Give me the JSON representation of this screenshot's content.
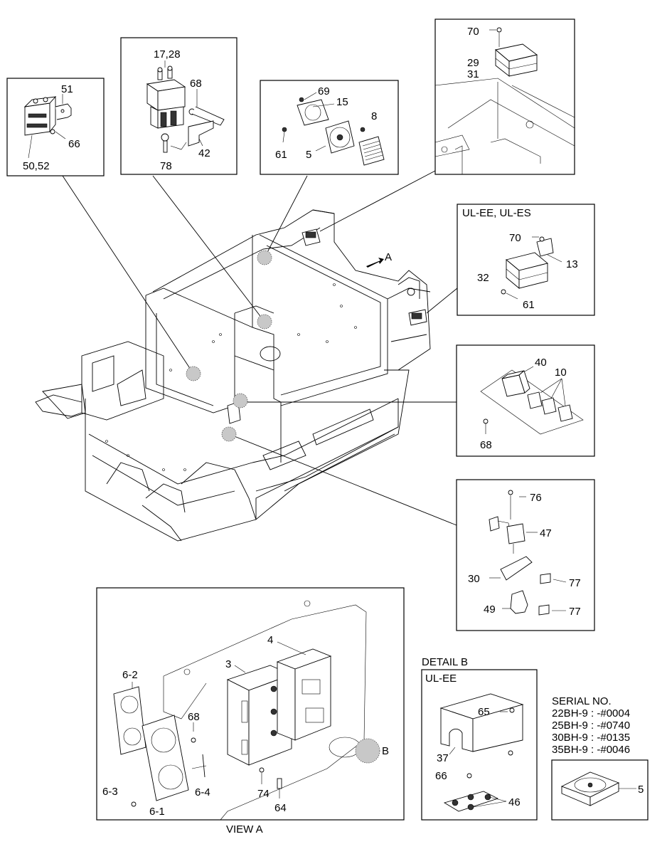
{
  "boxes": {
    "relay_contactor": {
      "labels": [
        "51",
        "66",
        "50,52"
      ]
    },
    "main_contactor": {
      "labels": [
        "17,28",
        "68",
        "42",
        "78"
      ]
    },
    "fan": {
      "labels": [
        "69",
        "15",
        "8",
        "61",
        "5"
      ]
    },
    "converter": {
      "labels": [
        "70",
        "29",
        "31"
      ]
    },
    "ul_converter": {
      "header": "UL-EE, UL-ES",
      "labels": [
        "70",
        "13",
        "32",
        "61"
      ]
    },
    "relays": {
      "labels": [
        "40",
        "10",
        "68"
      ]
    },
    "sensor": {
      "labels": [
        "76",
        "47",
        "30",
        "77",
        "49",
        "77"
      ]
    },
    "view_a": {
      "caption": "VIEW A",
      "labels": [
        "4",
        "3",
        "6-2",
        "68",
        "6-4",
        "6-3",
        "6-1",
        "74",
        "64",
        "B"
      ]
    },
    "detail_b": {
      "title": "DETAIL B",
      "header": "UL-EE",
      "labels": [
        "65",
        "37",
        "66",
        "46"
      ]
    },
    "serial": {
      "title": "SERIAL NO.",
      "lines": [
        "22BH-9 : -#0004",
        "25BH-9 : -#0740",
        "30BH-9 : -#0135",
        "35BH-9 : -#0046"
      ],
      "labels": [
        "5"
      ]
    }
  },
  "frame": {
    "arrow_label": "A"
  }
}
